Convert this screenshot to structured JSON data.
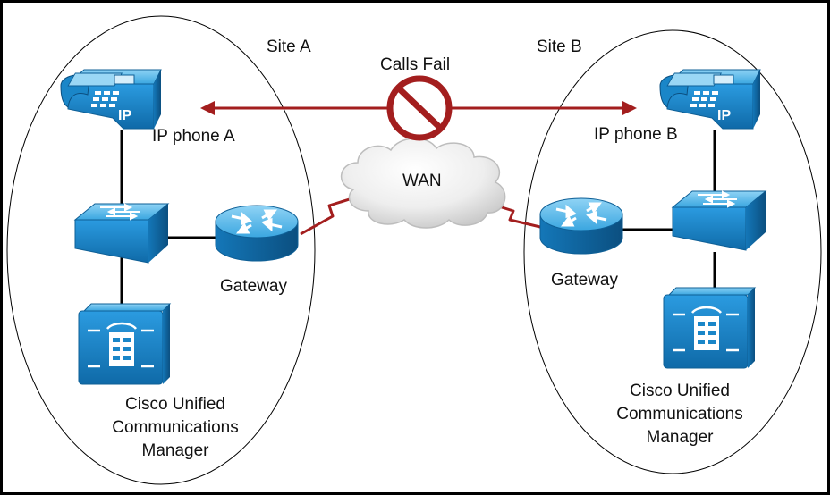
{
  "sites": {
    "a": {
      "label": "Site A"
    },
    "b": {
      "label": "Site B"
    }
  },
  "call_status": {
    "label": "Calls Fail",
    "icon": "prohibited-icon"
  },
  "wan": {
    "label": "WAN",
    "icon": "cloud-icon"
  },
  "devices": {
    "phone_a": {
      "label": "IP phone A",
      "icon": "ip-phone-icon",
      "badge": "IP"
    },
    "phone_b": {
      "label": "IP phone B",
      "icon": "ip-phone-icon",
      "badge": "IP"
    },
    "switch_a": {
      "icon": "switch-icon"
    },
    "switch_b": {
      "icon": "switch-icon"
    },
    "gateway_a": {
      "label": "Gateway",
      "icon": "router-icon"
    },
    "gateway_b": {
      "label": "Gateway",
      "icon": "router-icon"
    },
    "cucm_a": {
      "label_lines": [
        "Cisco Unified",
        "Communications",
        "Manager"
      ],
      "icon": "call-manager-icon"
    },
    "cucm_b": {
      "label_lines": [
        "Cisco Unified",
        "Communications",
        "Manager"
      ],
      "icon": "call-manager-icon"
    }
  },
  "colors": {
    "device_blue": "#1f8fd0",
    "device_blue_dark": "#0e5f96",
    "device_blue_light": "#6cc3f0",
    "call_arrow": "#a31e1e",
    "serial_link": "#a31e1e",
    "link": "#000000"
  }
}
